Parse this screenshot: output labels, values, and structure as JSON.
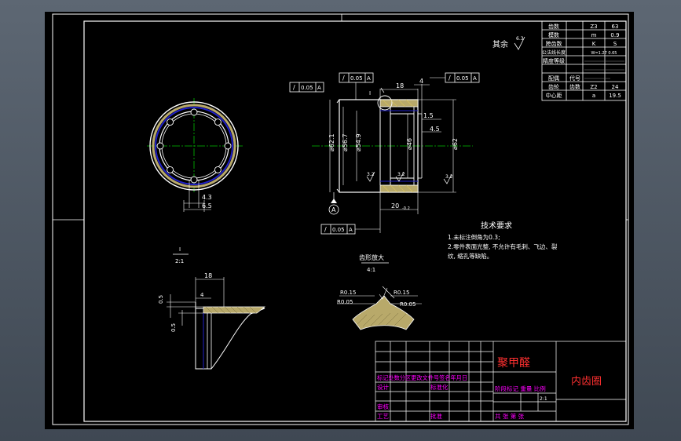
{
  "colors": {
    "frame": "#ffffff",
    "centerline": "#00c000",
    "part_fill": "#b8a96a",
    "hatch": "#d8c45a",
    "inner_ring": "#2020c8",
    "title_magenta": "#ff00ff",
    "title_red": "#ff3030",
    "background": "#000000"
  },
  "params": {
    "rows": [
      {
        "name": "齿数",
        "sym": "Z3",
        "val": "63"
      },
      {
        "name": "模数",
        "sym": "m",
        "val": "0.9"
      },
      {
        "name": "跨齿数",
        "sym": "K",
        "sym2": "S",
        "val": ""
      },
      {
        "name": "公法线长度",
        "sym": "W",
        "val": "W=1.27 0.65"
      },
      {
        "name": "精度等级",
        "sym": "",
        "val": ""
      },
      {
        "name": "",
        "sym": "",
        "val": ""
      },
      {
        "name": "配偶",
        "sym": "代号",
        "val": ""
      },
      {
        "name": "齿轮",
        "sym": "齿数",
        "sym2": "Z2",
        "val": "24"
      },
      {
        "name": "中心距",
        "sym": "a",
        "val": "19.5"
      }
    ]
  },
  "roughness": {
    "other_label": "其余",
    "other_value": "6.3",
    "r1": "3.2",
    "r2": "3.2",
    "r3": "3.2"
  },
  "tolerances": {
    "t1": "0.05",
    "t1_ref": "A",
    "t2": "0.05",
    "t2_ref": "A",
    "t3": "0.05",
    "t3_ref": "A",
    "t4": "0.05",
    "t4_ref": "A",
    "symbol": "/"
  },
  "datum": {
    "label": "A"
  },
  "dims": {
    "d18": "18",
    "d4": "4",
    "d1_5": "1.5",
    "d4_5": "4.5",
    "phi62_1": "⌀62.1",
    "phi56_7": "⌀56.7",
    "phi54_9": "⌀54.9",
    "phi46": "⌀46",
    "phi62": "⌀62",
    "len20": "20",
    "len20_tol": "-0.2",
    "d4_3": "4.3",
    "d6_5": "6.5",
    "detail_18": "18",
    "detail_4": "4",
    "detail_0_5a": "0.5",
    "detail_0_5b": "0.5",
    "r015a": "R0.15",
    "r005a": "R0.05",
    "r015b": "R0.15",
    "r005b": "R0.05"
  },
  "views": {
    "detail1_label": "I",
    "detail1_scale": "2:1",
    "detail2_label": "齿形放大",
    "detail2_scale": "4:1",
    "section_marker": "I"
  },
  "tech": {
    "title": "技术要求",
    "line1": "1.未标注倒角为0.3;",
    "line2": "2.零件表面光整, 不允许有毛刺、飞边、裂",
    "line3": "纹, 缩孔等缺陷。"
  },
  "title_block": {
    "material": "聚甲醛",
    "part_name": "内齿圈",
    "header_row": "标记处数分区更改文件号签名年月日",
    "design": "设计",
    "standard": "标准化",
    "review": "审核",
    "process": "工艺",
    "approve": "批准",
    "stage": "阶段标记 重量 比例",
    "scale": "2:1",
    "sheets": "共  张 第  张"
  }
}
